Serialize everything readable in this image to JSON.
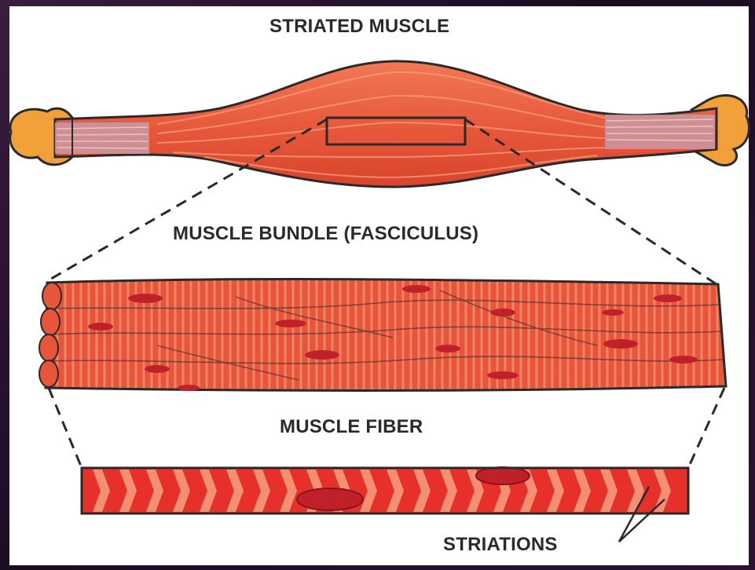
{
  "diagram": {
    "title": "STRIATED MUSCLE",
    "bundle_label": "MUSCLE BUNDLE (FASCICULUS)",
    "fiber_label": "MUSCLE FIBER",
    "striations_label": "STRIATIONS"
  },
  "colors": {
    "background": "#1e1024",
    "panel": "#ffffff",
    "muscle": "#e8553a",
    "muscle_light": "#f59a7a",
    "tendon": "#c89aa4",
    "bone": "#f2a03a",
    "nucleus": "#c0202a",
    "outline": "#2a2a2a"
  }
}
